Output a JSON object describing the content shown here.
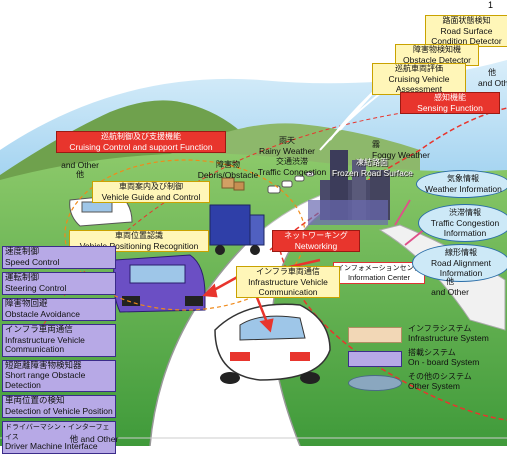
{
  "page_number": "1",
  "sensing": {
    "road_surface": {
      "jp": "路面状態検知",
      "en": "Road Surface Condition Detector"
    },
    "obstacle": {
      "jp": "障害物検知機",
      "en": "Obstacle Detector"
    },
    "cruising": {
      "jp": "巡航車両評価",
      "en": "Cruising Vehicle Assessment"
    },
    "function": {
      "jp": "感知機能",
      "en": "Sensing Function"
    },
    "other": {
      "jp": "他",
      "en": "and Other"
    }
  },
  "cruising_control": {
    "jp": "巡航制御及び支援機能",
    "en": "Cruising Control and support Function"
  },
  "rainy": {
    "jp": "雨天",
    "en": "Rainy Weather"
  },
  "foggy": {
    "jp": "霧",
    "en": "Foggy Weather"
  },
  "traffic_congestion": {
    "jp": "交通渋滞",
    "en": "Traffic Congestion"
  },
  "frozen": {
    "jp": "凍結路面",
    "en": "Frozen Road Surface"
  },
  "debris": {
    "jp": "障害物",
    "en": "Debris/Obstacle"
  },
  "left_other": {
    "en": "and Other",
    "jp": "他"
  },
  "vehicle_guide": {
    "jp": "車両案内及び制御",
    "en": "Vehicle Guide and Control"
  },
  "vehicle_position": {
    "jp": "車両位置認識",
    "en": "Vehicle Positioning Recognition"
  },
  "networking": {
    "jp": "ネットワーキング",
    "en": "Networking"
  },
  "info_center": {
    "jp": "インフォメーションセンター",
    "en": "Information Center"
  },
  "ivc": {
    "jp": "インフラ車両通信",
    "en": "Infrastructure Vehicle Communication"
  },
  "weather_info": {
    "jp": "気象情報",
    "en": "Weather Information"
  },
  "traffic_info": {
    "jp": "渋滞情報",
    "en": "Traffic Congestion Information"
  },
  "road_alignment": {
    "jp": "線形情報",
    "en": "Road Alignment Information"
  },
  "right_other": {
    "jp": "他",
    "en": "and Other"
  },
  "left_panel": [
    {
      "jp": "速度制御",
      "en": "Speed Control"
    },
    {
      "jp": "運転制御",
      "en": "Steering Control"
    },
    {
      "jp": "障害物回避",
      "en": "Obstacle Avoidance"
    },
    {
      "jp": "インフラ車両通信",
      "en": "Infrastructure Vehicle Communication"
    },
    {
      "jp": "短距離障害物検知器",
      "en": "Short range Obstacle Detection"
    },
    {
      "jp": "車両位置の検知",
      "en": "Detection of Vehicle Position"
    },
    {
      "jp": "ドライバーマシン・インターフェイス",
      "en": "Driver Machine Interface"
    }
  ],
  "bottom_other": {
    "jp": "他",
    "en": "and Other"
  },
  "legend": [
    {
      "jp": "インフラシステム",
      "en": "Infrastructure System",
      "color": "#f2d7b6"
    },
    {
      "jp": "搭載システム",
      "en": "On - board System",
      "color": "#b7a9e6"
    },
    {
      "jp": "その他のシステム",
      "en": "Other System",
      "color": "#8aa7bf"
    }
  ],
  "colors": {
    "red": "#e8352d",
    "yellow": "#fff6b8",
    "purple": "#6b4fc4",
    "blue_ellipse": "#cde9f7",
    "sky": "#7fc1ea",
    "grass": "#5cab48"
  }
}
